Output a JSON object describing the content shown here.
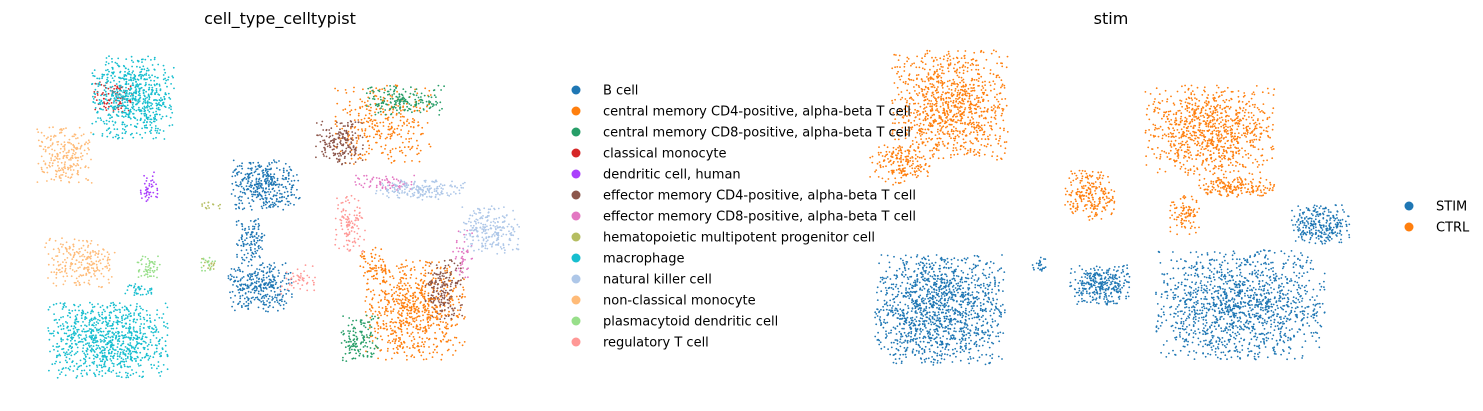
{
  "chart_data": [
    {
      "type": "scatter",
      "title": "cell_type_celltypist",
      "xlabel": "",
      "ylabel": "",
      "grid": false,
      "axes_visible": false,
      "legend_position": "right",
      "series": [
        {
          "name": "B cell",
          "color": "#1f77b4",
          "clusters": [
            [
              265,
              185,
              35,
              25,
              800
            ],
            [
              260,
              287,
              32,
              25,
              700
            ],
            [
              250,
              240,
              15,
              22,
              250
            ]
          ]
        },
        {
          "name": "central memory CD4-positive, alpha-beta T cell",
          "color": "#ff7f0e",
          "clusters": [
            [
              385,
              125,
              50,
              40,
              700
            ],
            [
              415,
              310,
              50,
              50,
              1600
            ],
            [
              375,
              265,
              15,
              20,
              150
            ]
          ]
        },
        {
          "name": "central memory CD8-positive, alpha-beta T cell",
          "color": "#279e68",
          "clusters": [
            [
              405,
              100,
              40,
              15,
              400
            ],
            [
              360,
              340,
              20,
              25,
              300
            ]
          ]
        },
        {
          "name": "classical monocyte",
          "color": "#d62728",
          "clusters": [
            [
              112,
              97,
              20,
              15,
              200
            ]
          ]
        },
        {
          "name": "dendritic cell, human",
          "color": "#aa40fc",
          "clusters": [
            [
              148,
              190,
              10,
              20,
              100
            ]
          ]
        },
        {
          "name": "effector memory CD4-positive, alpha-beta T cell",
          "color": "#8c564b",
          "clusters": [
            [
              340,
              143,
              25,
              22,
              400
            ],
            [
              443,
              290,
              20,
              30,
              400
            ]
          ]
        },
        {
          "name": "effector memory CD8-positive, alpha-beta T cell",
          "color": "#e377c2",
          "clusters": [
            [
              385,
              182,
              30,
              8,
              150
            ],
            [
              463,
              255,
              10,
              25,
              100
            ]
          ]
        },
        {
          "name": "hematopoietic multipotent progenitor cell",
          "color": "#b5bd61",
          "clusters": [
            [
              210,
              205,
              12,
              4,
              30
            ],
            [
              210,
              265,
              8,
              8,
              30
            ]
          ]
        },
        {
          "name": "macrophage",
          "color": "#17becf",
          "clusters": [
            [
              132,
              98,
              42,
              42,
              1500
            ],
            [
              108,
              340,
              60,
              38,
              2000
            ],
            [
              140,
              290,
              15,
              8,
              80
            ]
          ]
        },
        {
          "name": "natural killer cell",
          "color": "#aec7e8",
          "clusters": [
            [
              420,
              190,
              45,
              10,
              400
            ],
            [
              490,
              230,
              30,
              25,
              500
            ]
          ]
        },
        {
          "name": "non-classical monocyte",
          "color": "#ffbb78",
          "clusters": [
            [
              65,
              155,
              28,
              28,
              500
            ],
            [
              80,
              263,
              35,
              25,
              500
            ]
          ]
        },
        {
          "name": "plasmacytoid dendritic cell",
          "color": "#98df8a",
          "clusters": [
            [
              148,
              268,
              12,
              12,
              120
            ],
            [
              208,
              265,
              8,
              8,
              40
            ]
          ]
        },
        {
          "name": "regulatory T cell",
          "color": "#ff9896",
          "clusters": [
            [
              350,
              225,
              15,
              30,
              250
            ],
            [
              300,
              280,
              20,
              15,
              100
            ]
          ]
        }
      ]
    },
    {
      "type": "scatter",
      "title": "stim",
      "xlabel": "",
      "ylabel": "",
      "grid": false,
      "axes_visible": false,
      "legend_position": "right",
      "series": [
        {
          "name": "STIM",
          "color": "#1f77b4",
          "clusters": [
            [
              940,
              310,
              65,
              55,
              3000
            ],
            [
              1240,
              305,
              85,
              55,
              3000
            ],
            [
              1320,
              225,
              30,
              20,
              600
            ],
            [
              1100,
              285,
              30,
              20,
              700
            ],
            [
              1040,
              265,
              8,
              8,
              50
            ]
          ]
        },
        {
          "name": "CTRL",
          "color": "#ff7f0e",
          "clusters": [
            [
              950,
              105,
              58,
              55,
              2200
            ],
            [
              1210,
              130,
              65,
              45,
              2000
            ],
            [
              1235,
              187,
              40,
              10,
              400
            ],
            [
              1090,
              195,
              25,
              25,
              500
            ],
            [
              1185,
              215,
              15,
              20,
              200
            ],
            [
              900,
              165,
              30,
              20,
              400
            ]
          ]
        }
      ]
    }
  ]
}
